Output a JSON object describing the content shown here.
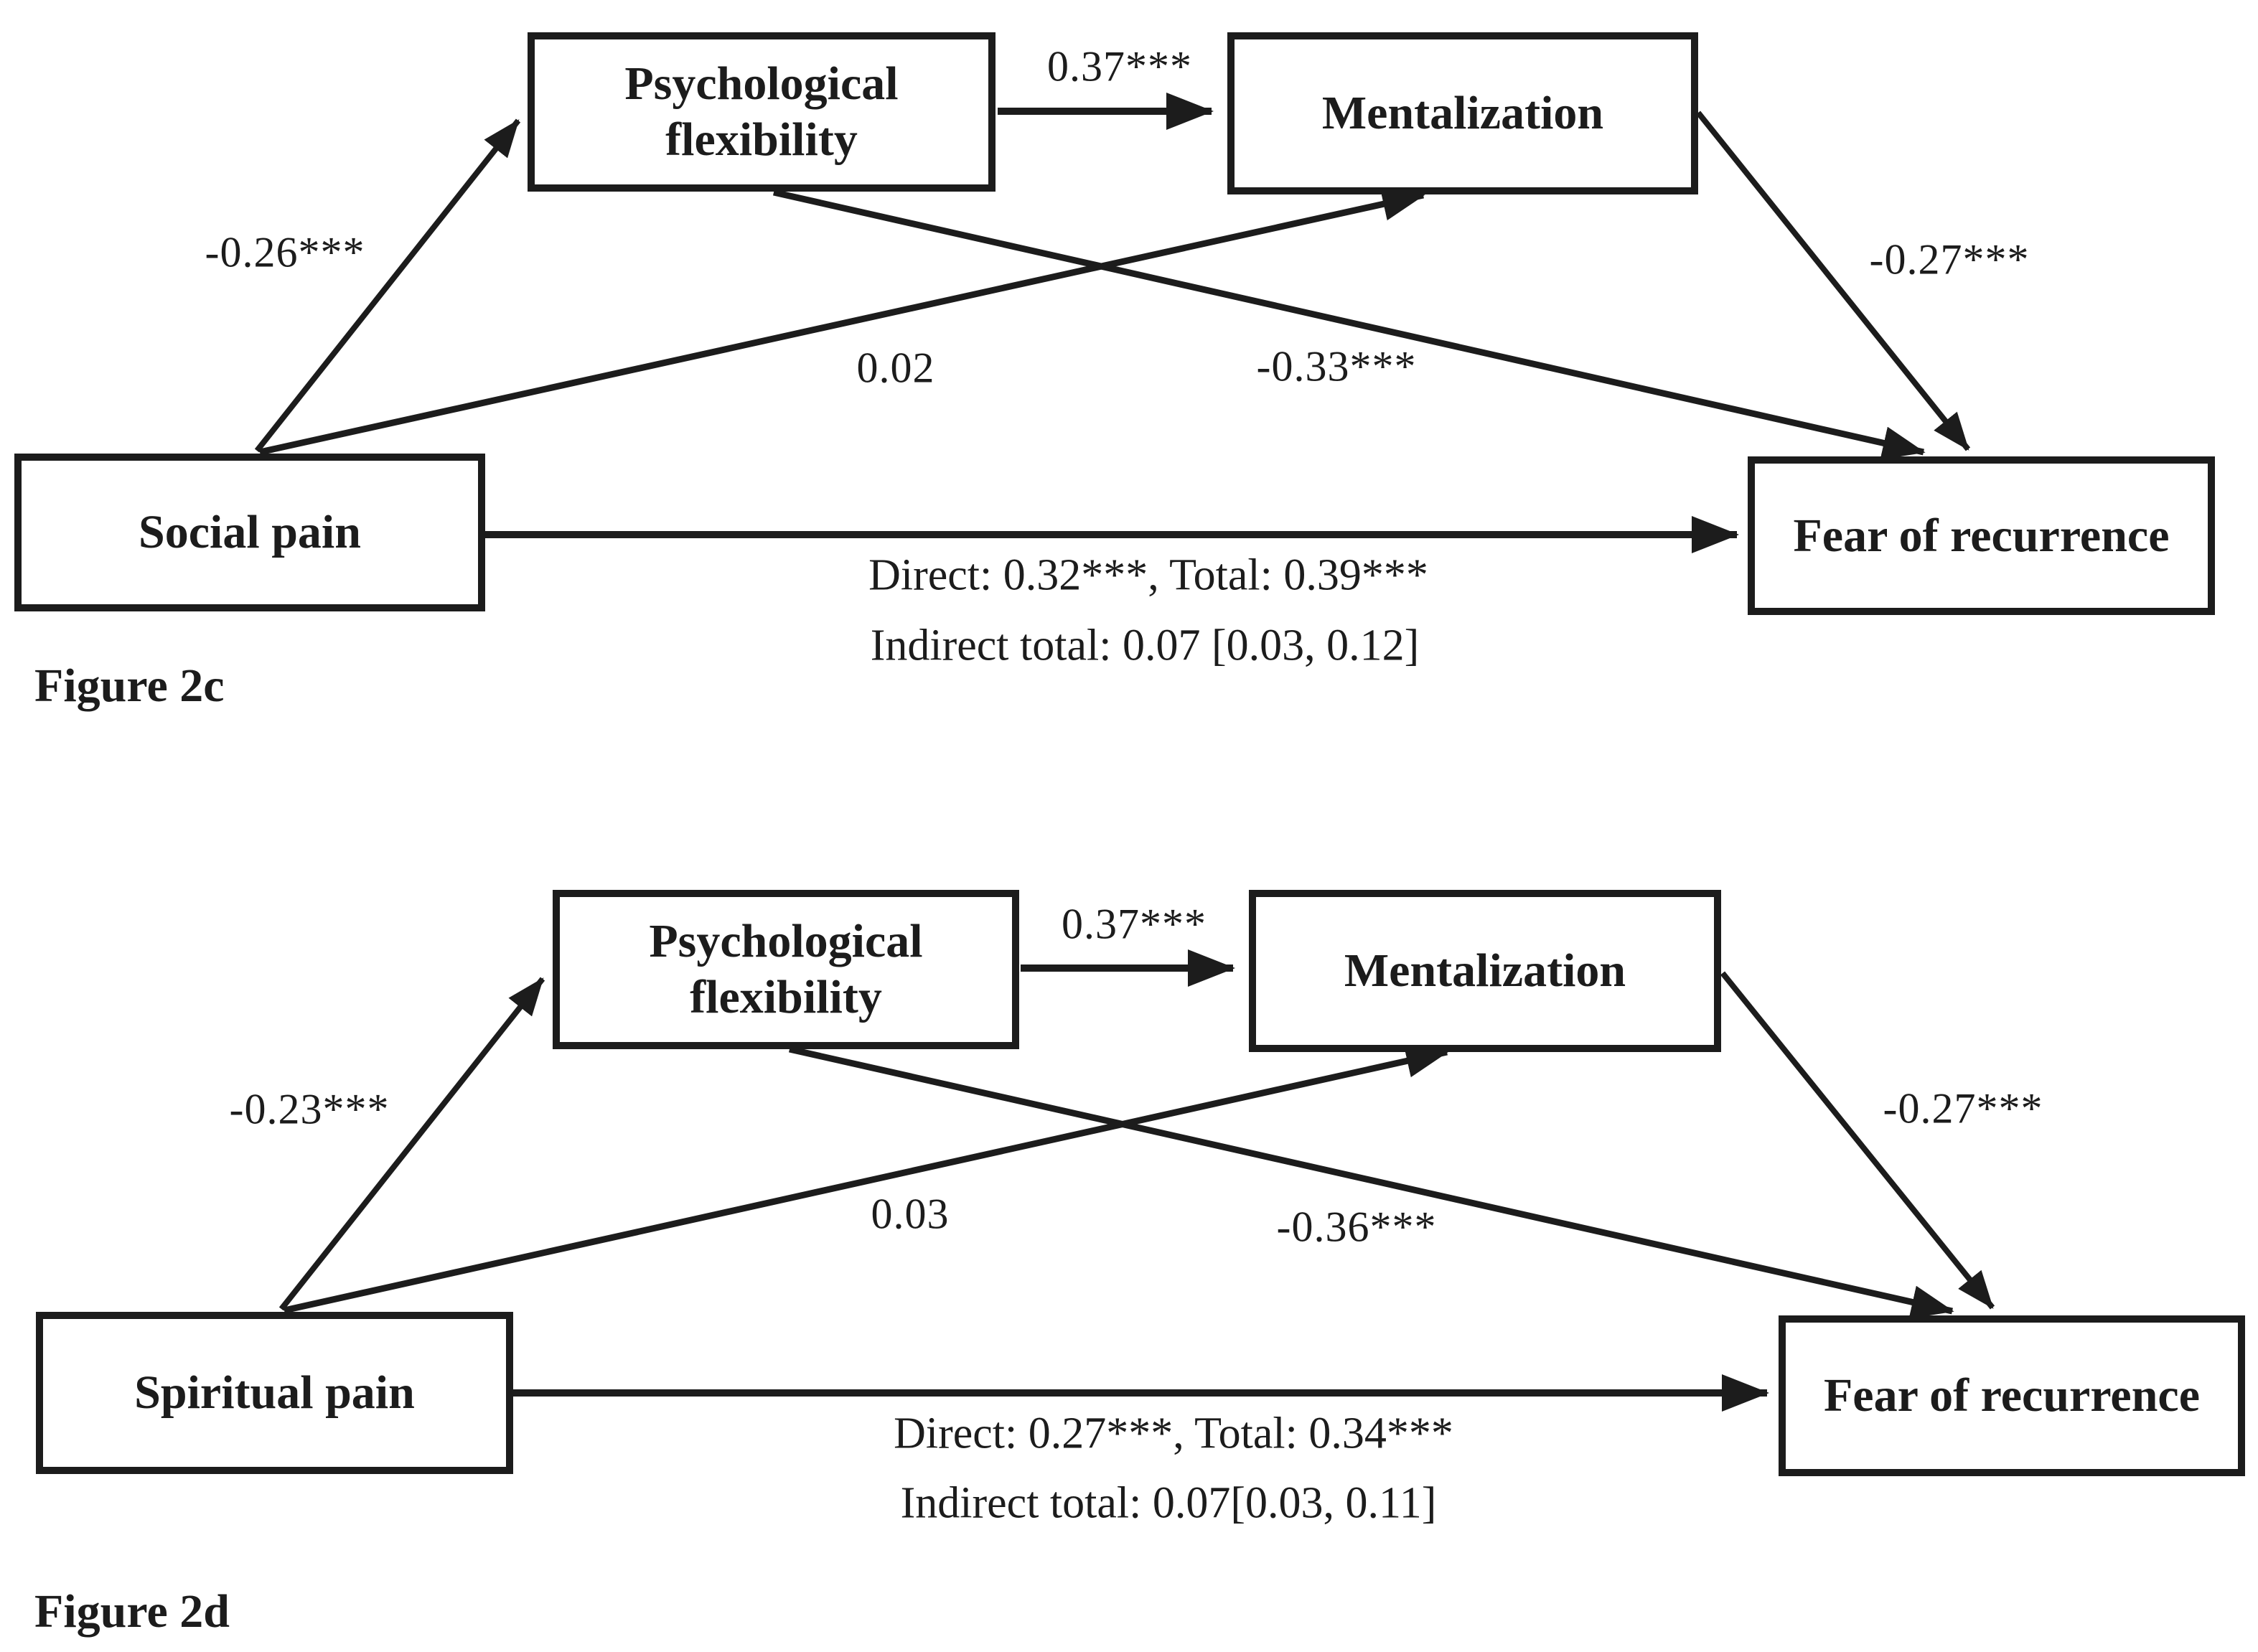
{
  "colors": {
    "ink": "#1c1c1c",
    "background": "#ffffff"
  },
  "figures": [
    {
      "caption": "Figure 2c",
      "nodes": {
        "predictor": {
          "label": "Social pain"
        },
        "mediator1": {
          "label": "Psychological flexibility"
        },
        "mediator2": {
          "label": "Mentalization"
        },
        "outcome": {
          "label": "Fear of recurrence"
        }
      },
      "paths": {
        "predictor_to_mediator1": "-0.26***",
        "mediator1_to_mediator2": "0.37***",
        "predictor_to_mediator2": "0.02",
        "mediator1_to_outcome": "-0.33***",
        "mediator2_to_outcome": "-0.27***"
      },
      "effects": {
        "line1": "Direct: 0.32***, Total: 0.39***",
        "line2": "Indirect total: 0.07 [0.03, 0.12]"
      }
    },
    {
      "caption": "Figure 2d",
      "nodes": {
        "predictor": {
          "label": "Spiritual pain"
        },
        "mediator1": {
          "label": "Psychological flexibility"
        },
        "mediator2": {
          "label": "Mentalization"
        },
        "outcome": {
          "label": "Fear of recurrence"
        }
      },
      "paths": {
        "predictor_to_mediator1": "-0.23***",
        "mediator1_to_mediator2": "0.37***",
        "predictor_to_mediator2": "0.03",
        "mediator1_to_outcome": "-0.36***",
        "mediator2_to_outcome": "-0.27***"
      },
      "effects": {
        "line1": "Direct: 0.27***, Total: 0.34***",
        "line2": "Indirect total: 0.07[0.03, 0.11]"
      }
    }
  ]
}
